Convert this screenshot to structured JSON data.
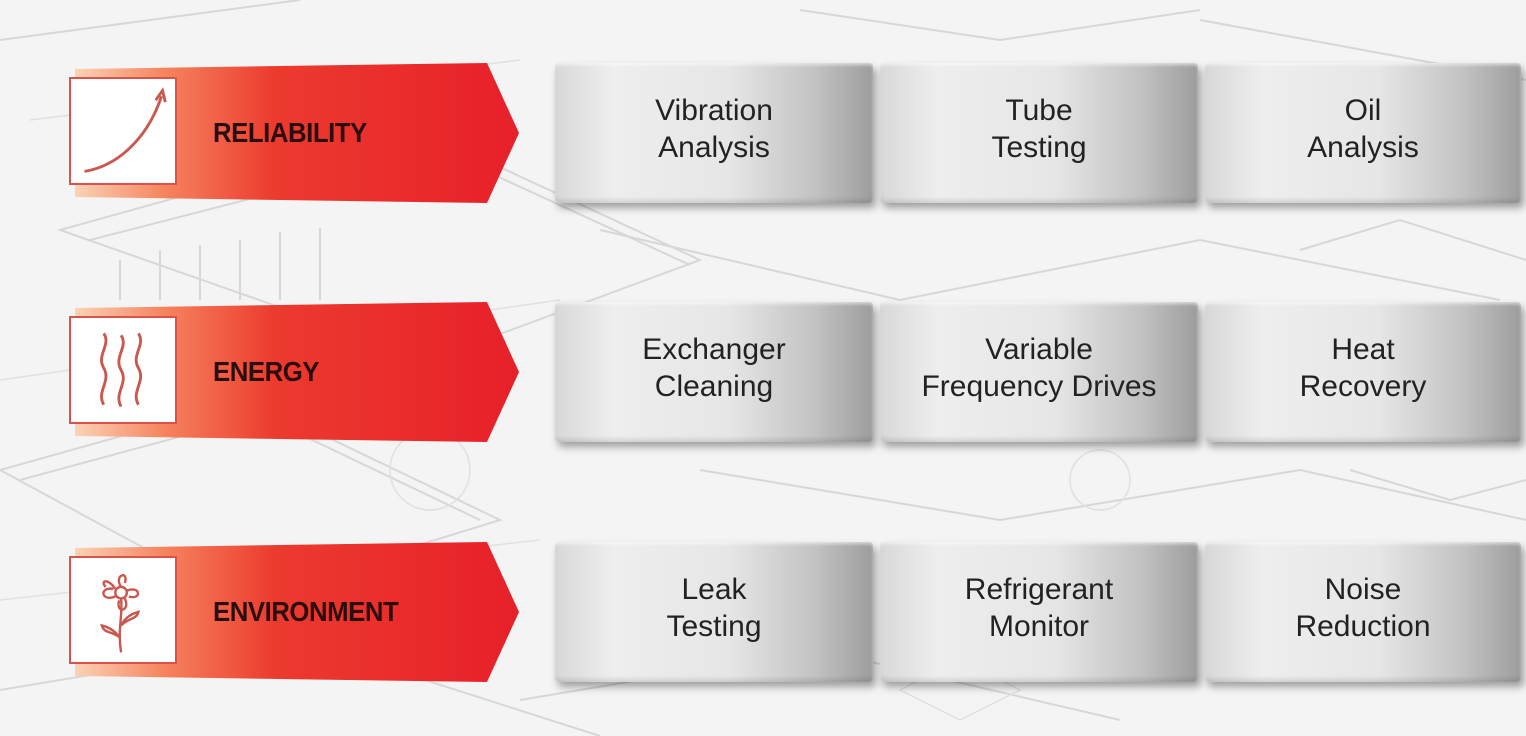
{
  "rows": [
    {
      "category": "RELIABILITY",
      "icon": "rising-curve-arrow-icon",
      "items": [
        "Vibration\nAnalysis",
        "Tube\nTesting",
        "Oil\nAnalysis"
      ]
    },
    {
      "category": "ENERGY",
      "icon": "heat-waves-icon",
      "items": [
        "Exchanger\nCleaning",
        "Variable\nFrequency Drives",
        "Heat\nRecovery"
      ]
    },
    {
      "category": "ENVIRONMENT",
      "icon": "flower-icon",
      "items": [
        "Leak\nTesting",
        "Refrigerant\nMonitor",
        "Noise\nReduction"
      ]
    }
  ],
  "colors": {
    "category_red": "#e8262c",
    "category_light": "#f9c7a8",
    "label_text": "#2a0d0d",
    "tile_text": "#222222",
    "icon_stroke": "#c9584f"
  }
}
